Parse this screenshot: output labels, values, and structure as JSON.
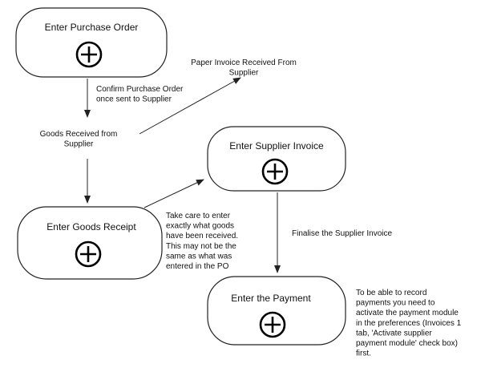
{
  "boxes": {
    "enter_purchase_order": "Enter Purchase Order",
    "enter_goods_receipt": "Enter Goods Receipt",
    "enter_supplier_invoice": "Enter Supplier Invoice",
    "enter_the_payment": "Enter the Payment"
  },
  "labels": {
    "confirm_purchase_order": [
      "Confirm Purchase Order",
      "once sent to Supplier"
    ],
    "paper_invoice_received": [
      "Paper Invoice Received From",
      "Supplier"
    ],
    "goods_received": [
      "Goods Received from",
      "Supplier"
    ],
    "take_care_note": [
      "Take care to enter",
      "exactly what goods",
      "have been received.",
      "This may not be the",
      "same as what was",
      "entered in the PO"
    ],
    "finalise_supplier_invoice": [
      "Finalise the Supplier Invoice"
    ],
    "payment_module_note": [
      "To be able to record",
      "payments you need to",
      "activate the payment module",
      "in the preferences (Invoices 1",
      "tab, 'Activate supplier",
      "payment module' check box)",
      "first."
    ]
  },
  "icons": {
    "add": "plus-circle-icon"
  }
}
